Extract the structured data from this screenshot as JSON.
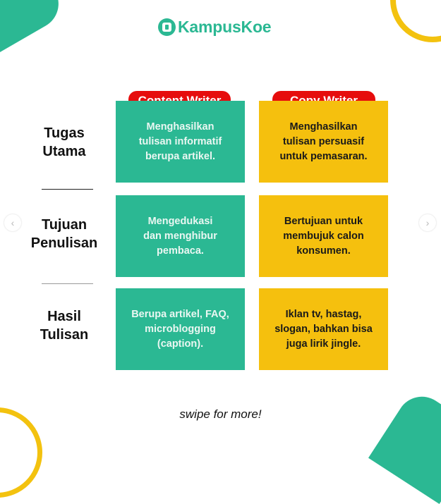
{
  "brand": {
    "name": "KampusKoe",
    "icon": "kampuskoe-logo-icon",
    "color": "#2bb893"
  },
  "columns": [
    {
      "label": "Content Writer",
      "card_color": "#2bb893",
      "header_color": "#e60d0d"
    },
    {
      "label": "Copy Writer",
      "card_color": "#f5c00e",
      "header_color": "#e60d0d"
    }
  ],
  "rows": [
    {
      "label": "Tugas\nUtama",
      "content_writer": "Menghasilkan\ntulisan informatif\nberupa artikel.",
      "copy_writer": "Menghasilkan\ntulisan persuasif\nuntuk pemasaran."
    },
    {
      "label": "Tujuan\nPenulisan",
      "content_writer": "Mengedukasi\ndan menghibur\npembaca.",
      "copy_writer": "Bertujuan untuk\nmembujuk calon\nkonsumen."
    },
    {
      "label": "Hasil\nTulisan",
      "content_writer": "Berupa artikel, FAQ,\nmicroblogging\n(caption).",
      "copy_writer": "Iklan tv, hastag,\nslogan, bahkan bisa\njuga lirik jingle."
    }
  ],
  "footer": {
    "text": "swipe for more!"
  },
  "nav": {
    "prev_icon": "‹",
    "next_icon": "›"
  }
}
